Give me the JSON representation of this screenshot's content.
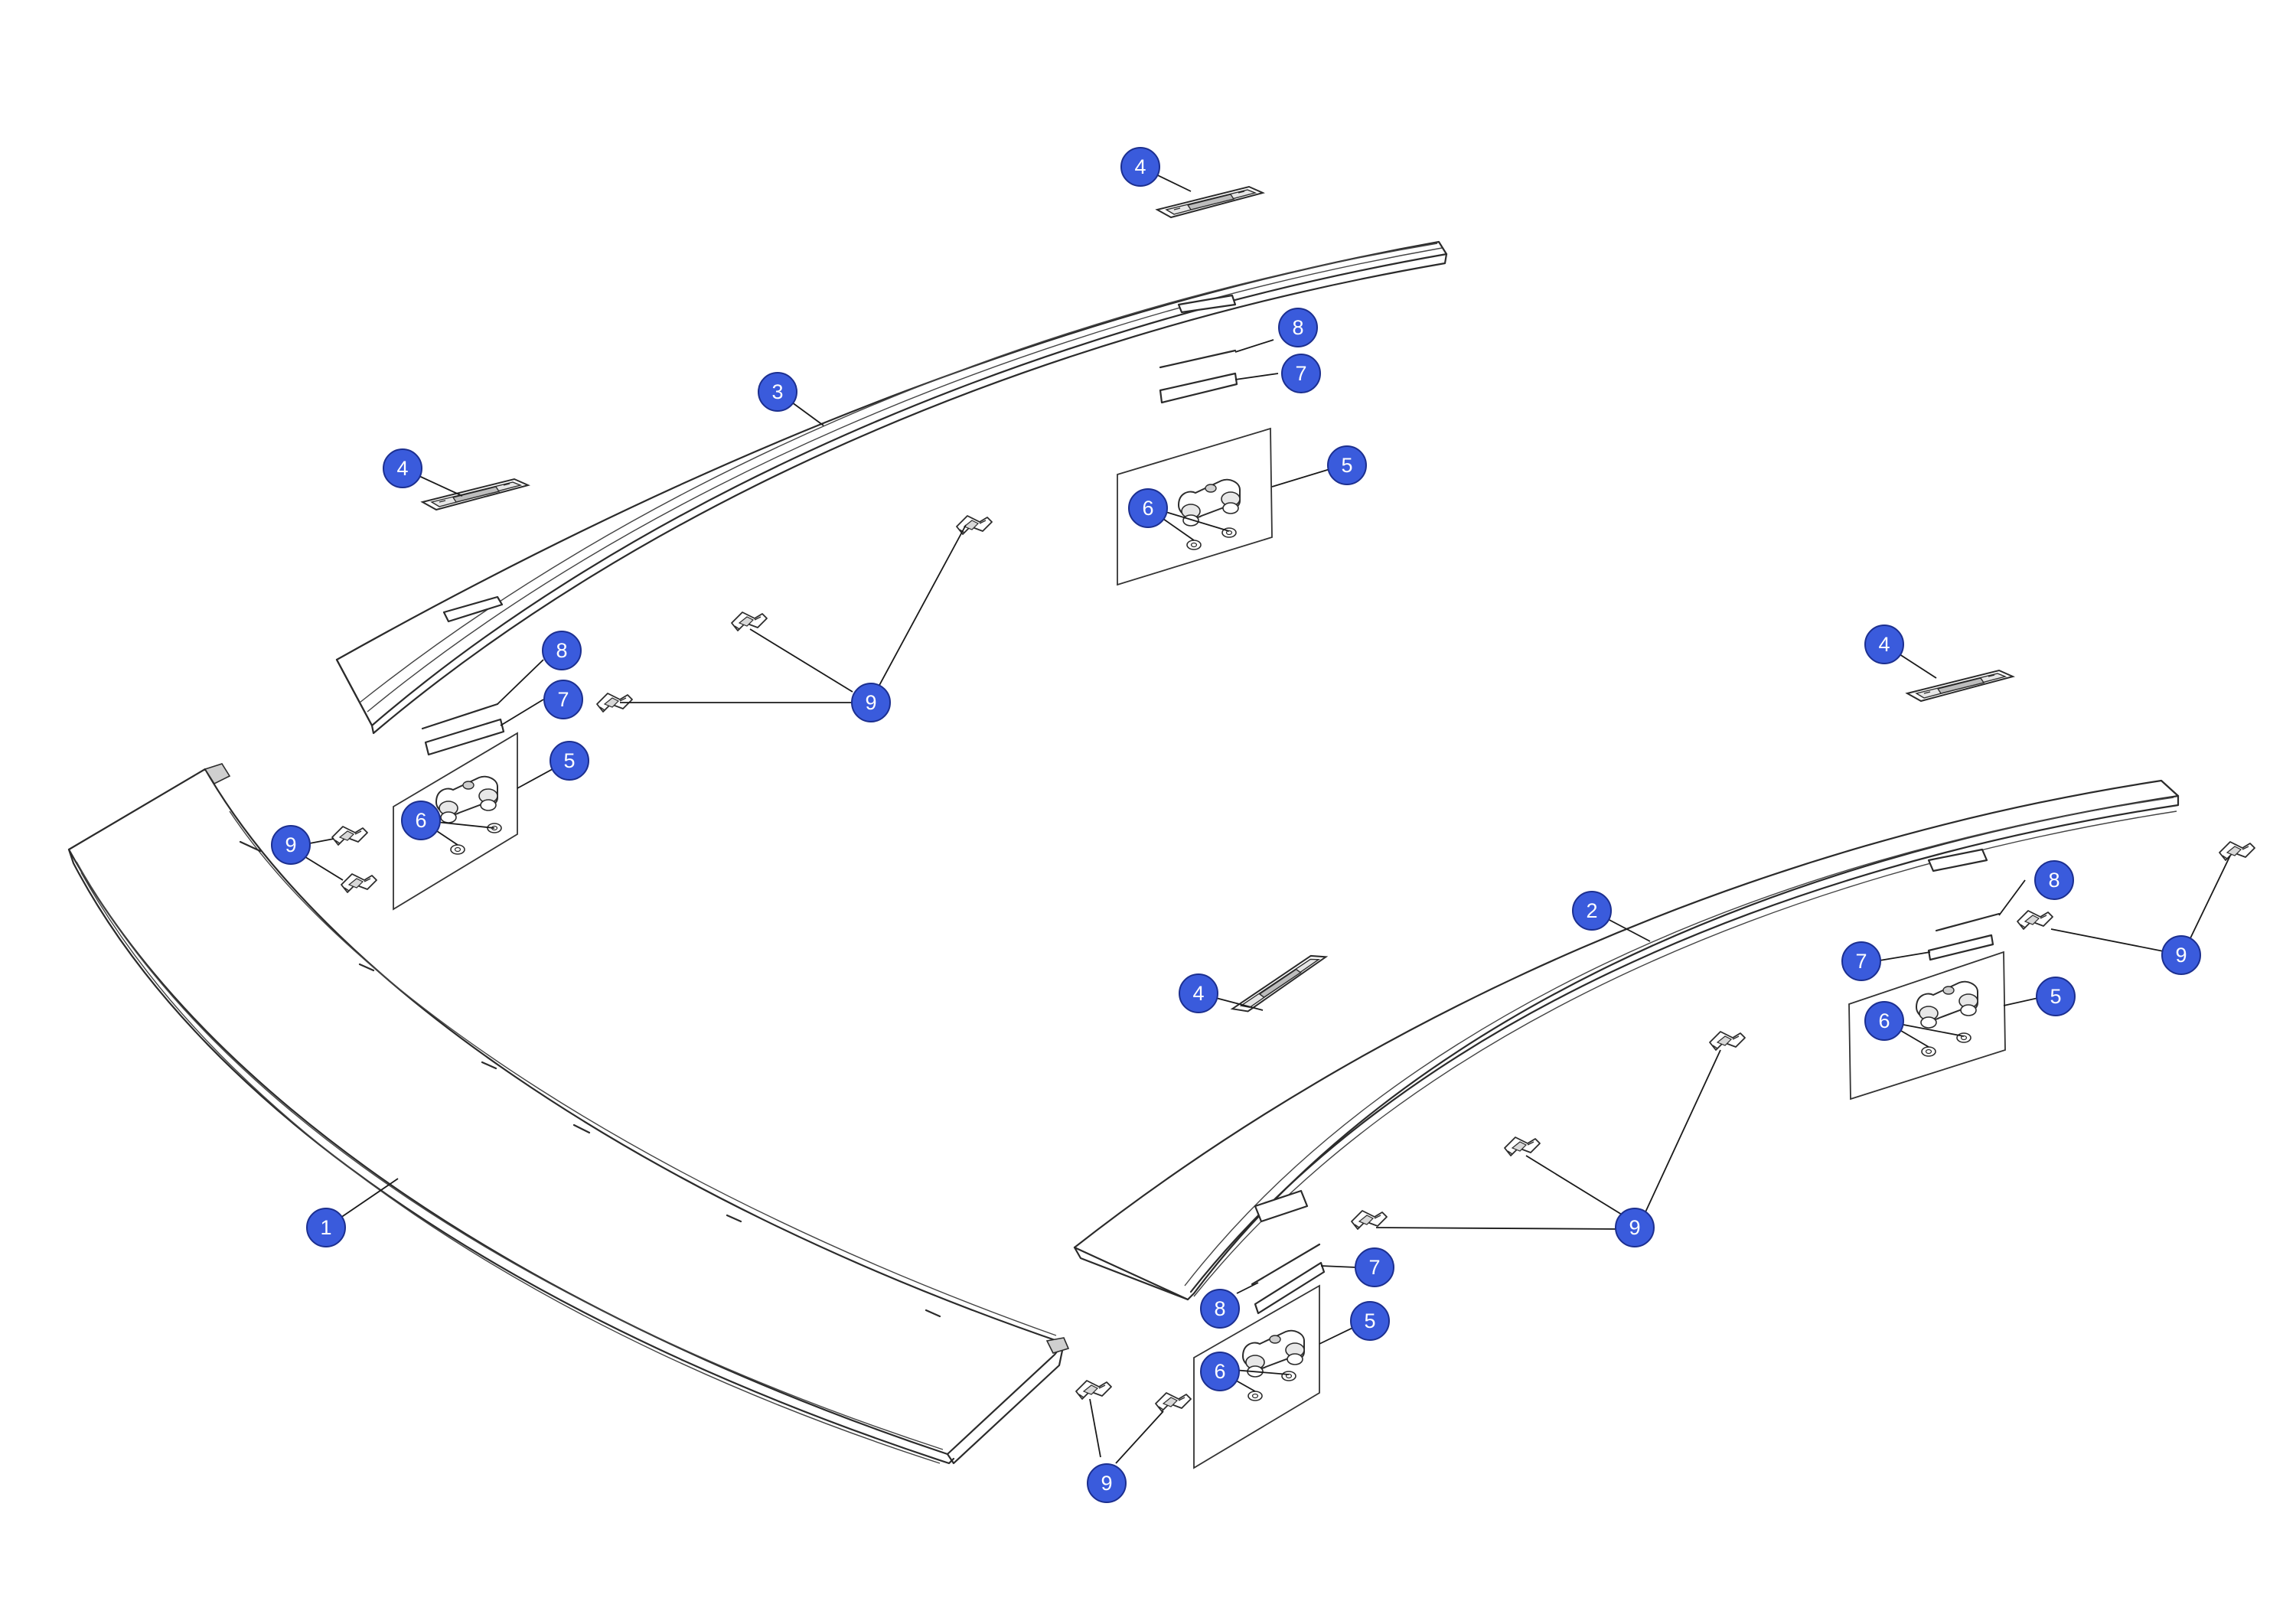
{
  "diagram": {
    "type": "exploded-parts-diagram",
    "callout_color": "#3a5bdc",
    "callout_text_color": "#ffffff",
    "line_color": "#2b2b2b",
    "callouts": {
      "c1": "1",
      "c2": "2",
      "c3": "3",
      "c4a": "4",
      "c4b": "4",
      "c4c": "4",
      "c4d": "4",
      "c5a": "5",
      "c5b": "5",
      "c5c": "5",
      "c5d": "5",
      "c6a": "6",
      "c6b": "6",
      "c6c": "6",
      "c6d": "6",
      "c7a": "7",
      "c7b": "7",
      "c7c": "7",
      "c7d": "7",
      "c8a": "8",
      "c8b": "8",
      "c8c": "8",
      "c8d": "8",
      "c9a": "9",
      "c9b": "9",
      "c9c": "9",
      "c9d": "9",
      "c9e": "9"
    }
  }
}
